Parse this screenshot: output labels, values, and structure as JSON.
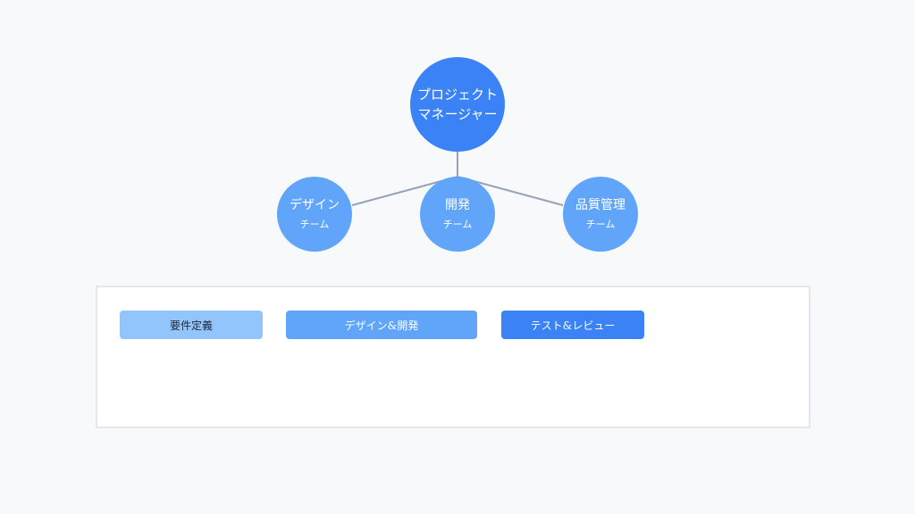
{
  "org": {
    "root": {
      "line1": "プロジェクト",
      "line2": "マネージャー"
    },
    "teams": [
      {
        "name": "デザイン",
        "sub": "チーム"
      },
      {
        "name": "開発",
        "sub": "チーム"
      },
      {
        "name": "品質管理",
        "sub": "チーム"
      }
    ]
  },
  "timeline": {
    "phases": [
      {
        "label": "要件定義"
      },
      {
        "label": "デザイン&開発"
      },
      {
        "label": "テスト&レビュー"
      }
    ]
  },
  "colors": {
    "root": "#3b82f6",
    "team": "#60a5fa",
    "phase_light": "#93c5fd",
    "phase_mid": "#60a5fa",
    "phase_dark": "#3b82f6",
    "connector": "#94a3b8"
  }
}
